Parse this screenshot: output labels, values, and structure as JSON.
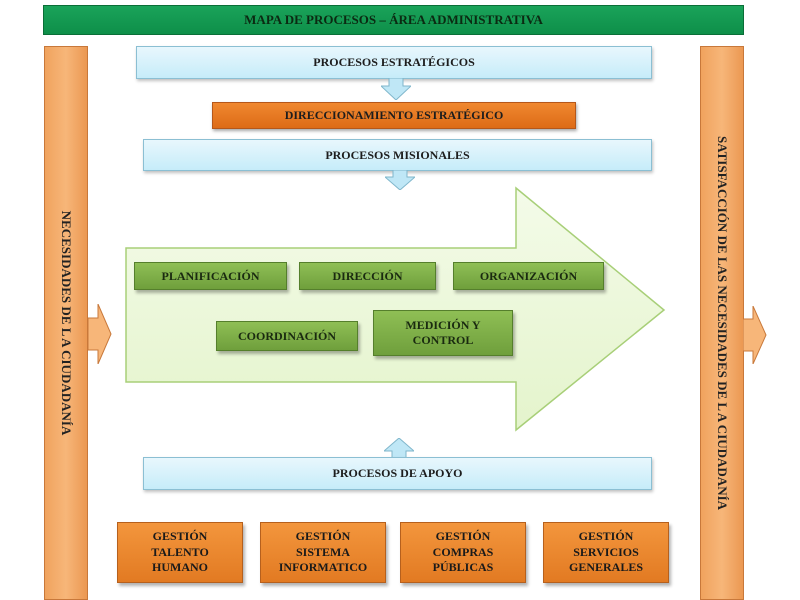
{
  "title": "MAPA DE PROCESOS – ÁREA ADMINISTRATIVA",
  "left_side_label": "NECESIDADES DE L A CIUDADANÍA",
  "right_side_label": "SATISFACCIÓN DE LAS NECESIDADES DE L A CIUDADANÍA",
  "procesos_estrategicos": "PROCESOS ESTRATÉGICOS",
  "direccionamiento": "DIRECCIONAMIENTO ESTRATÉGICO",
  "procesos_misionales": "PROCESOS MISIONALES",
  "misional_items": {
    "planificacion": "PLANIFICACIÓN",
    "direccion": "DIRECCIÓN",
    "organizacion": "ORGANIZACIÓN",
    "coordinacion": "COORDINACIÓN",
    "medicion": "MEDICIÓN Y CONTROL"
  },
  "procesos_apoyo": "PROCESOS DE APOYO",
  "apoyo_items": [
    "GESTIÓN TALENTO HUMANO",
    "GESTIÓN SISTEMA INFORMATICO",
    "GESTIÓN COMPRAS PÚBLICAS",
    "GESTIÓN SERVICIOS GENERALES"
  ],
  "colors": {
    "title_green": "#1aa35a",
    "side_orange": "#f7b679",
    "light_blue": "#c6ecf9",
    "dark_orange": "#e27a22",
    "box_green": "#7fae49",
    "arrow_fill": "#eef8de"
  }
}
